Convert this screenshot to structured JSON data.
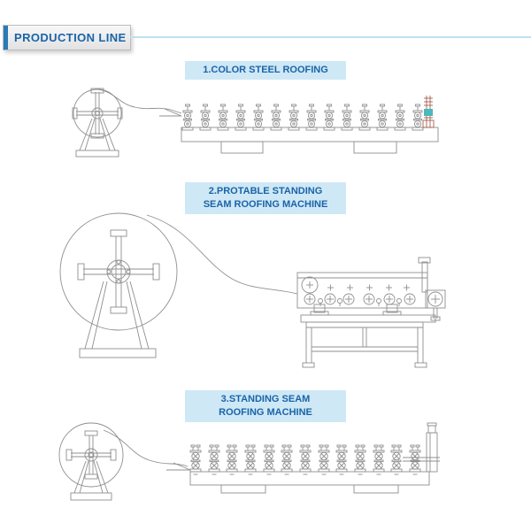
{
  "header": {
    "title": "PRODUCTION LINE"
  },
  "sections": [
    {
      "label_lines": [
        "1.COLOR STEEL ROOFING"
      ],
      "diagram": {
        "components": [
          "decoiler-icon",
          "roll-former-icon",
          "cutter-icon"
        ],
        "station_count": 14
      }
    },
    {
      "label_lines": [
        "2.PROTABLE STANDING",
        "SEAM ROOFING MACHINE"
      ],
      "diagram": {
        "components": [
          "decoiler-icon",
          "bench-seamer-icon",
          "crank-icon"
        ]
      }
    },
    {
      "label_lines": [
        "3.STANDING SEAM",
        "ROOFING MACHINE"
      ],
      "diagram": {
        "components": [
          "decoiler-icon",
          "roll-former-icon",
          "shear-column-icon"
        ],
        "station_count": 13
      }
    }
  ],
  "colors": {
    "text_blue": "#1a64a8",
    "accent_bar": "#2a7ab5",
    "rule_line": "#bfe0f2",
    "label_bg": "#cfe8f6",
    "stroke": "#8f8f8f",
    "cutter_red": "#a3604f",
    "cutter_teal": "#4ab8bc"
  }
}
